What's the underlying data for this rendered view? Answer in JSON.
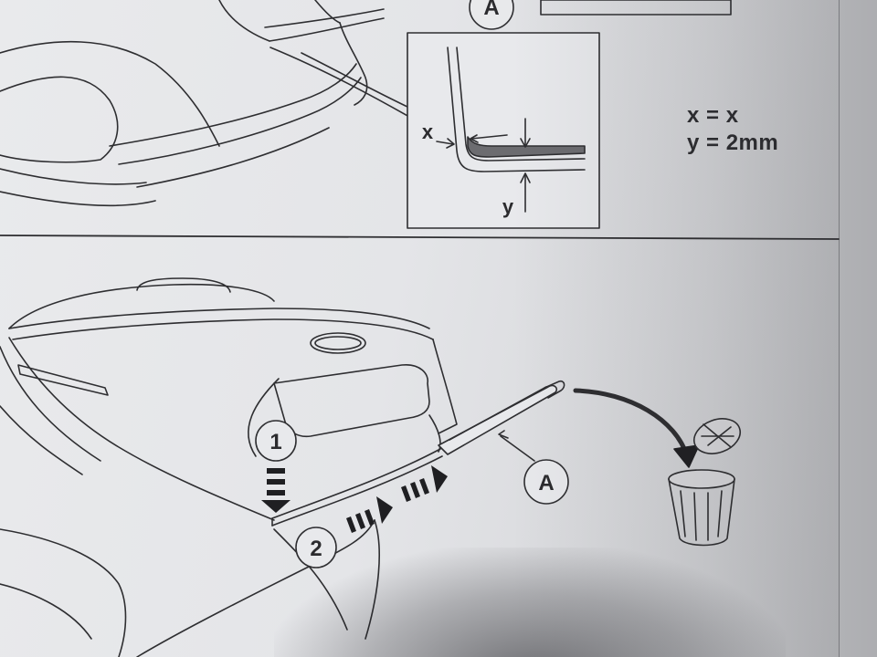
{
  "callouts": {
    "a_top": "A",
    "a_bottom": "A",
    "x_label": "x",
    "y_label": "y",
    "step_1": "1",
    "step_2": "2"
  },
  "note": {
    "line1": "x = x",
    "line2": "y = 2mm"
  },
  "colors": {
    "paper": "#e6e7ea",
    "ink": "#2b2b2e",
    "fill_dark": "#6c6c70"
  },
  "icons": [
    "trash-bin-icon",
    "down-arrow-icon",
    "right-arrow-icon",
    "curved-arrow-icon",
    "brand-badge-icon"
  ]
}
